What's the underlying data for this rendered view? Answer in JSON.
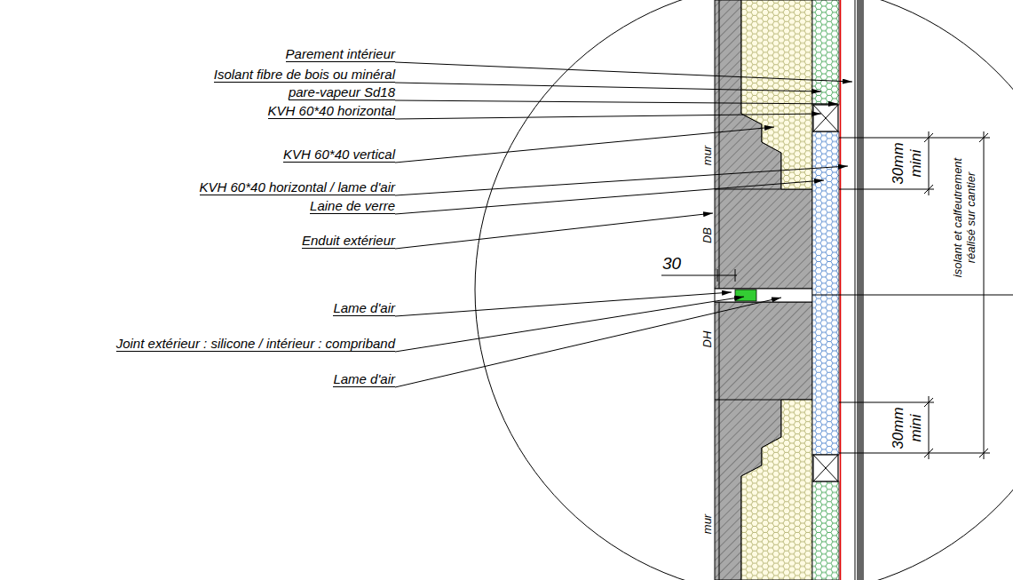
{
  "diagram": {
    "labels": [
      "Parement intérieur",
      "Isolant fibre de bois ou minéral",
      "pare-vapeur Sd18",
      "KVH 60*40 horizontal",
      "KVH 60*40 vertical",
      "KVH 60*40 horizontal / lame d'air",
      "Laine de verre",
      "Enduit extérieur",
      "30",
      "Lame d'air",
      "Joint extérieur : silicone / intérieur : compriband",
      "Lame d'air",
      "mur",
      "DB",
      "DH",
      "mur",
      "30mm mini",
      "30mm mini",
      "isolant et calfeutrement réalisé sur cantier"
    ]
  }
}
